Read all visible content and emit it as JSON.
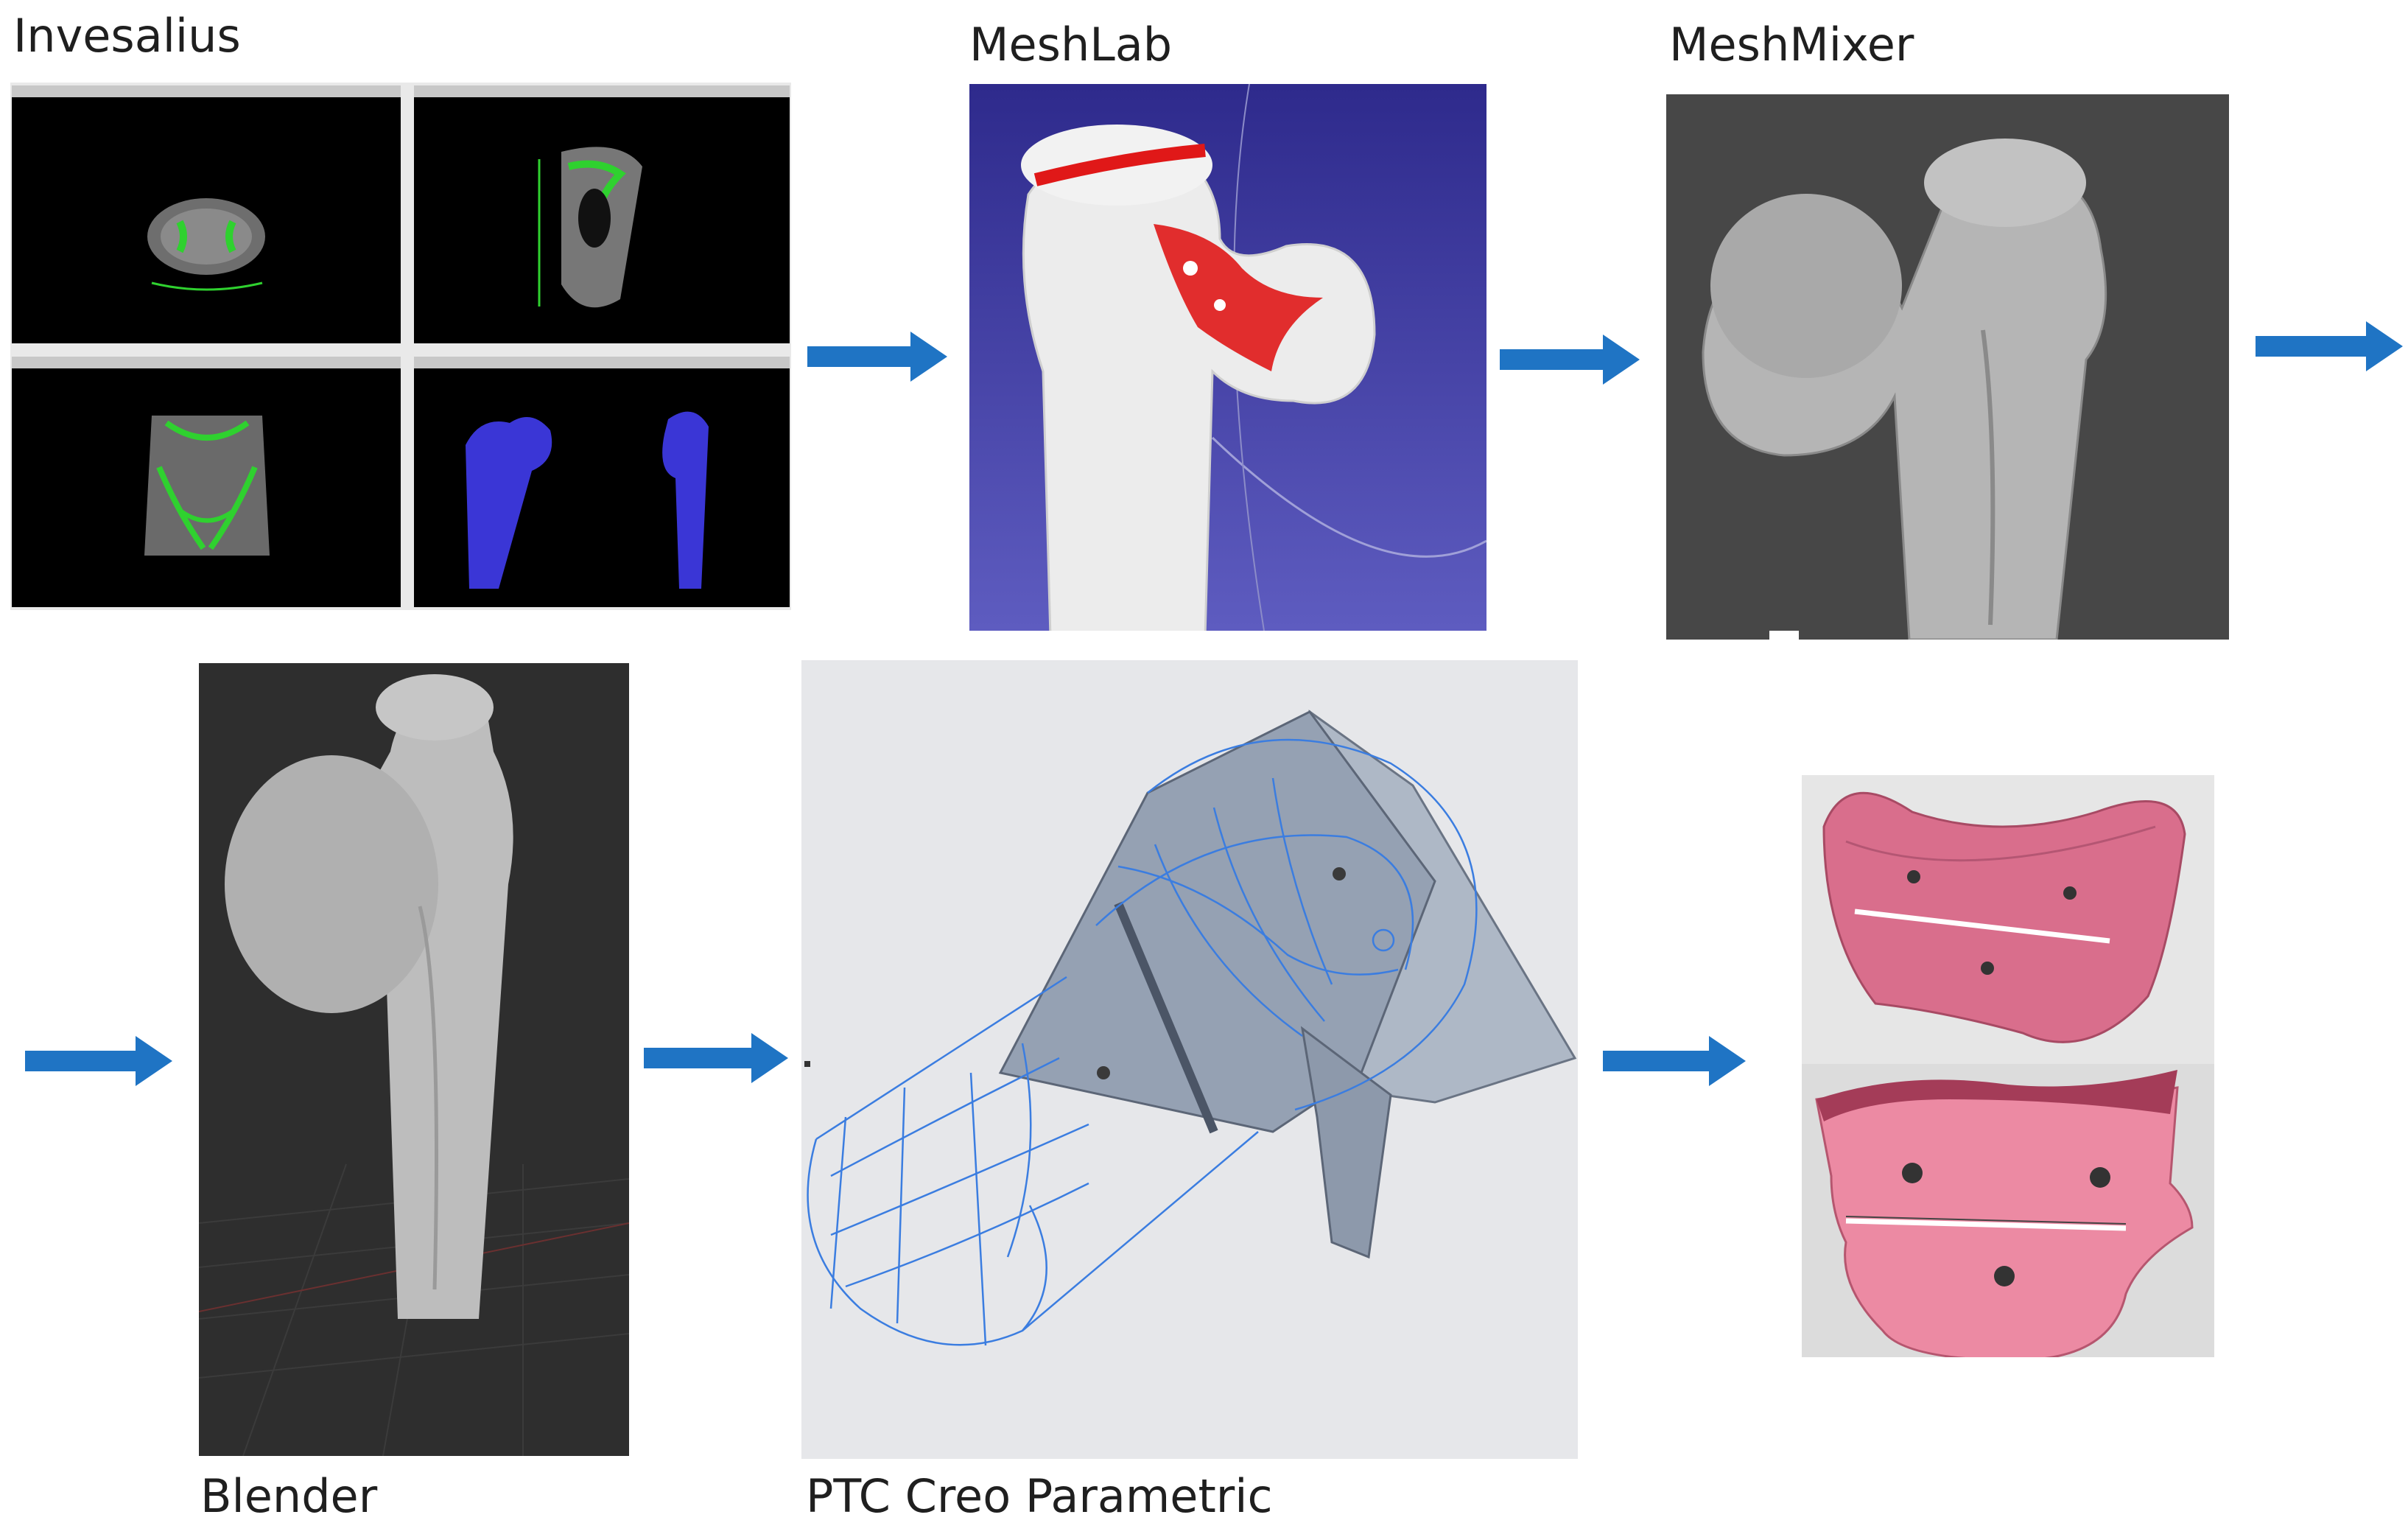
{
  "steps": {
    "invesalius": {
      "label": "Invesalius"
    },
    "meshlab": {
      "label": "MeshLab"
    },
    "meshmixer": {
      "label": "MeshMixer"
    },
    "blender": {
      "label": "Blender"
    },
    "creo": {
      "label": "PTC Creo Parametric"
    }
  },
  "colors": {
    "arrow": "#1f74c4",
    "ct_highlight": "#2fd12f",
    "ct_model": "#3a36d6",
    "meshlab_bg_top": "#2e2a8c",
    "meshlab_bg_bottom": "#5e5cc0",
    "meshlab_selection": "#e01818",
    "meshmixer_bg": "#474747",
    "blender_bg": "#2e2e2e",
    "creo_bg": "#e6e7ea",
    "wireframe": "#3b7de0",
    "guide": "#e57896"
  },
  "icons": [
    "right-arrow-icon"
  ]
}
